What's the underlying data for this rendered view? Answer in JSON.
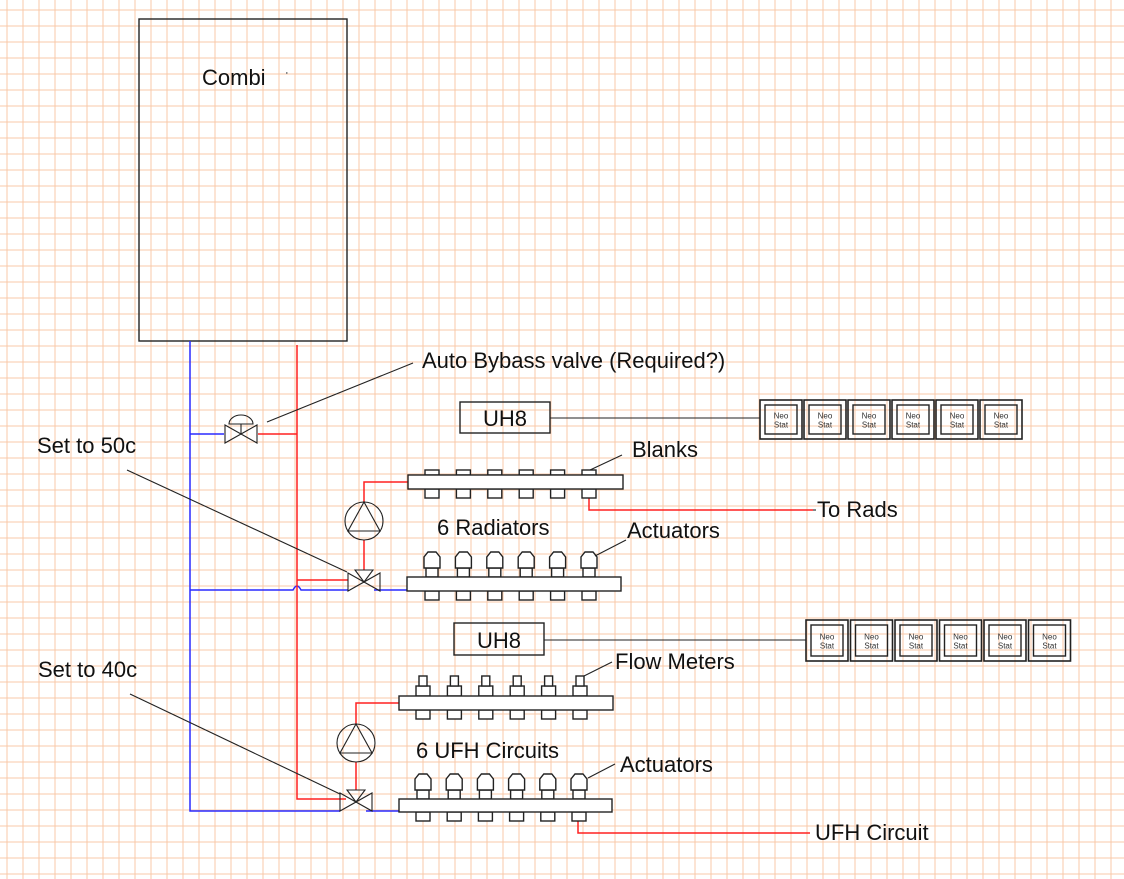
{
  "diagram": {
    "boiler": {
      "label": "Combi"
    },
    "bypass_valve": {
      "label": "Auto Bybass valve (Required?)",
      "icon": "bypass-valve-icon"
    },
    "radiator_zone": {
      "setpoint_label": "Set to 50c",
      "manifold_label": "6 Radiators",
      "top_port_label": "Blanks",
      "actuator_label": "Actuators",
      "output_label": "To Rads",
      "circuits": 6,
      "controller": {
        "label": "UH8"
      },
      "thermostats": [
        {
          "line1": "Neo",
          "line2": "Stat"
        },
        {
          "line1": "Neo",
          "line2": "Stat"
        },
        {
          "line1": "Neo",
          "line2": "Stat"
        },
        {
          "line1": "Neo",
          "line2": "Stat"
        },
        {
          "line1": "Neo",
          "line2": "Stat"
        },
        {
          "line1": "Neo",
          "line2": "Stat"
        }
      ]
    },
    "ufh_zone": {
      "setpoint_label": "Set to 40c",
      "manifold_label": "6 UFH Circuits",
      "top_port_label": "Flow Meters",
      "actuator_label": "Actuators",
      "output_label": "UFH Circuit",
      "circuits": 6,
      "controller": {
        "label": "UH8"
      },
      "thermostats": [
        {
          "line1": "Neo",
          "line2": "Stat"
        },
        {
          "line1": "Neo",
          "line2": "Stat"
        },
        {
          "line1": "Neo",
          "line2": "Stat"
        },
        {
          "line1": "Neo",
          "line2": "Stat"
        },
        {
          "line1": "Neo",
          "line2": "Stat"
        },
        {
          "line1": "Neo",
          "line2": "Stat"
        }
      ]
    },
    "colors": {
      "flow_pipe": "#ff2020",
      "return_pipe": "#2a2aff",
      "grid": "#f9c9a9",
      "outline": "#222222"
    },
    "icons": {
      "pump": "pump-icon",
      "three_way_valve": "three-way-valve-icon",
      "actuator": "actuator-icon",
      "flow_meter": "flow-meter-icon",
      "blank_port": "blank-port-icon"
    }
  }
}
